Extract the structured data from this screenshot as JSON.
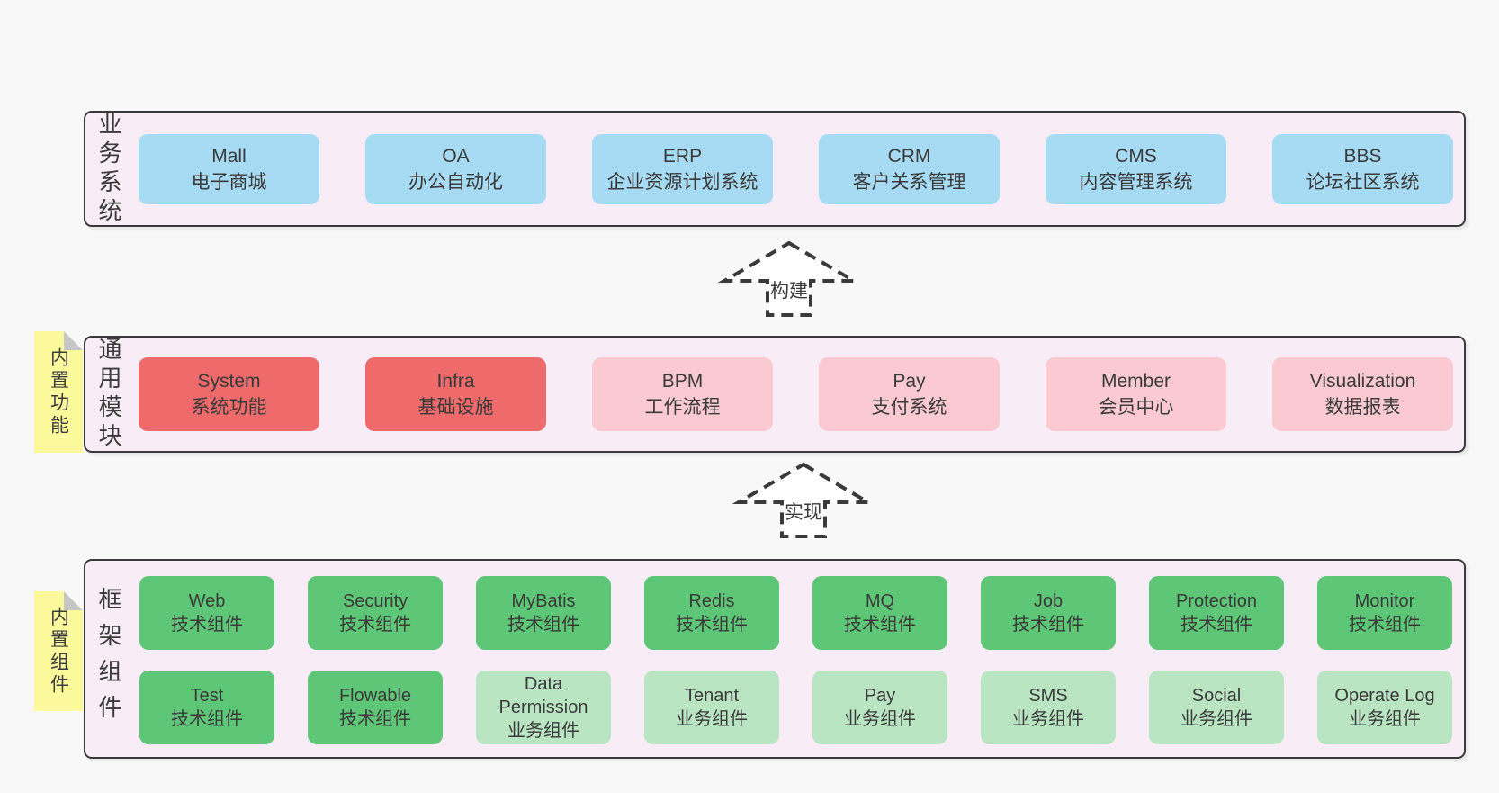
{
  "colors": {
    "bg": "#f8f8f8",
    "panel": "#f8edf6",
    "border": "#3a3a3a",
    "text": "#3a3a3a",
    "blue": "#a7dbf4",
    "red": "#ee6a6b",
    "pink": "#fac9d1",
    "green": "#5ec677",
    "lightgreen": "#b9e5c2",
    "yellow": "#fbf99c",
    "fold": "#c6c6c6",
    "arrowfill": "#ffffff"
  },
  "layers": [
    {
      "id": "business-systems",
      "label": "业务系统",
      "tag": null,
      "boxes": [
        {
          "name": "Mall",
          "desc": "电子商城",
          "variant": "blue"
        },
        {
          "name": "OA",
          "desc": "办公自动化",
          "variant": "blue"
        },
        {
          "name": "ERP",
          "desc": "企业资源计划系统",
          "variant": "blue"
        },
        {
          "name": "CRM",
          "desc": "客户关系管理",
          "variant": "blue"
        },
        {
          "name": "CMS",
          "desc": "内容管理系统",
          "variant": "blue"
        },
        {
          "name": "BBS",
          "desc": "论坛社区系统",
          "variant": "blue"
        }
      ]
    },
    {
      "id": "common-modules",
      "label": "通用模块",
      "tag": "内置功能",
      "boxes": [
        {
          "name": "System",
          "desc": "系统功能",
          "variant": "red"
        },
        {
          "name": "Infra",
          "desc": "基础设施",
          "variant": "red"
        },
        {
          "name": "BPM",
          "desc": "工作流程",
          "variant": "pink"
        },
        {
          "name": "Pay",
          "desc": "支付系统",
          "variant": "pink"
        },
        {
          "name": "Member",
          "desc": "会员中心",
          "variant": "pink"
        },
        {
          "name": "Visualization",
          "desc": "数据报表",
          "variant": "pink"
        }
      ]
    },
    {
      "id": "framework-components",
      "label": "框架组件",
      "tag": "内置组件",
      "boxes": [
        {
          "name": "Web",
          "desc": "技术组件",
          "variant": "green"
        },
        {
          "name": "Security",
          "desc": "技术组件",
          "variant": "green"
        },
        {
          "name": "MyBatis",
          "desc": "技术组件",
          "variant": "green"
        },
        {
          "name": "Redis",
          "desc": "技术组件",
          "variant": "green"
        },
        {
          "name": "MQ",
          "desc": "技术组件",
          "variant": "green"
        },
        {
          "name": "Job",
          "desc": "技术组件",
          "variant": "green"
        },
        {
          "name": "Protection",
          "desc": "技术组件",
          "variant": "green"
        },
        {
          "name": "Monitor",
          "desc": "技术组件",
          "variant": "green"
        },
        {
          "name": "Test",
          "desc": "技术组件",
          "variant": "green"
        },
        {
          "name": "Flowable",
          "desc": "技术组件",
          "variant": "green"
        },
        {
          "name": "Data Permission",
          "desc": "业务组件",
          "variant": "lightgreen"
        },
        {
          "name": "Tenant",
          "desc": "业务组件",
          "variant": "lightgreen"
        },
        {
          "name": "Pay",
          "desc": "业务组件",
          "variant": "lightgreen"
        },
        {
          "name": "SMS",
          "desc": "业务组件",
          "variant": "lightgreen"
        },
        {
          "name": "Social",
          "desc": "业务组件",
          "variant": "lightgreen"
        },
        {
          "name": "Operate Log",
          "desc": "业务组件",
          "variant": "lightgreen"
        }
      ]
    }
  ],
  "arrows": [
    {
      "label": "构建"
    },
    {
      "label": "实现"
    }
  ]
}
